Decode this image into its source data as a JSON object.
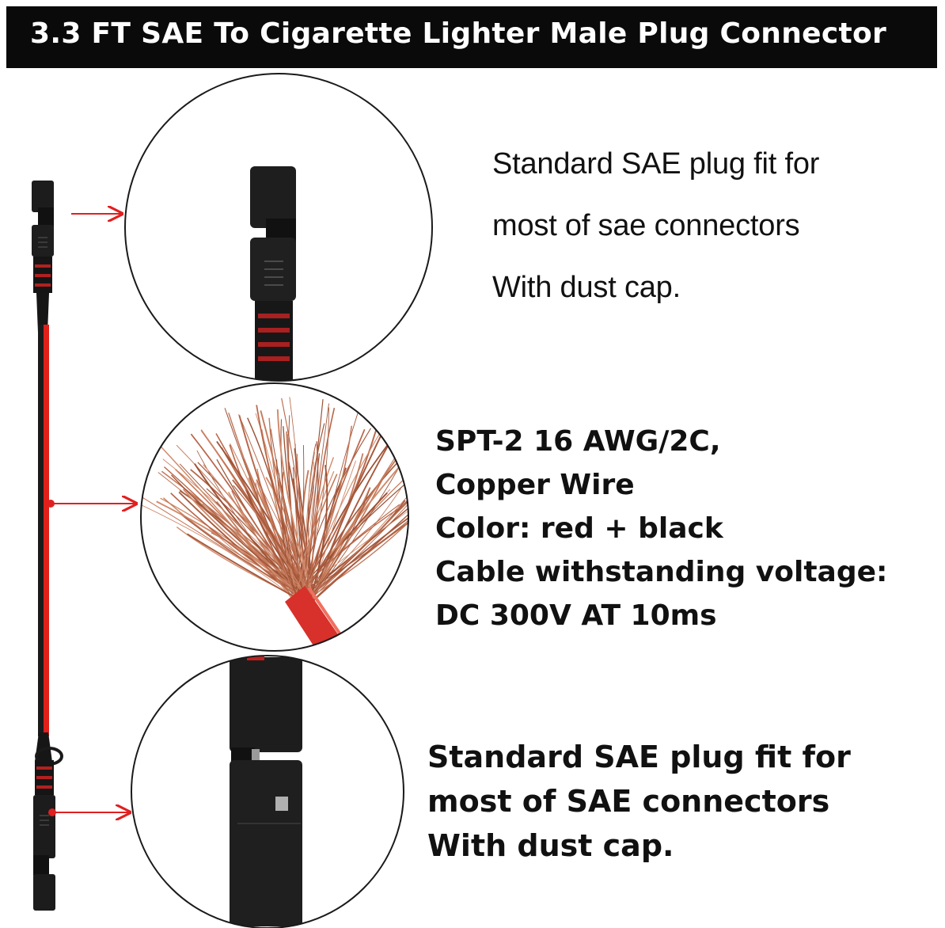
{
  "title": "3.3 FT SAE To Cigarette Lighter Male Plug Connector",
  "colors": {
    "title_bg": "#0a0a0a",
    "wire_red": "#e0201a",
    "wire_black": "#1a1a1a",
    "copper": "#b8674a",
    "arrow": "#e02020"
  },
  "sections": [
    {
      "lines": [
        "Standard SAE plug fit for",
        "most of sae connectors",
        "With dust cap."
      ]
    },
    {
      "lines": [
        "SPT-2 16 AWG/2C,",
        "Copper Wire",
        "Color: red + black",
        "Cable withstanding voltage:",
        "DC 300V AT 10ms"
      ]
    },
    {
      "lines": [
        "Standard SAE plug fit for",
        "most of SAE connectors",
        "With dust cap."
      ]
    }
  ]
}
